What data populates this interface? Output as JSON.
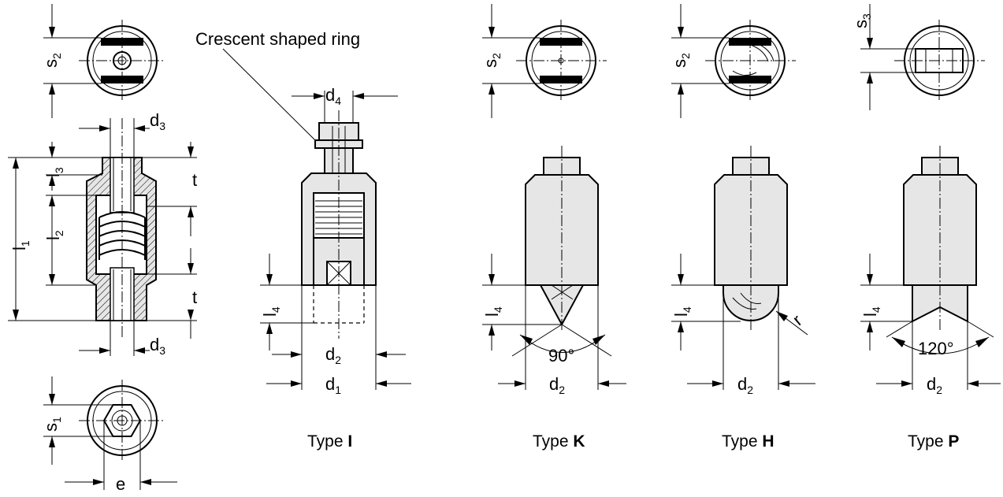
{
  "labels": {
    "s": "s",
    "d": "d",
    "l": "l",
    "t": "t",
    "e": "e",
    "r": "r",
    "sub1": "1",
    "sub2": "2",
    "sub3": "3",
    "sub4": "4",
    "crescent": "Crescent shaped ring",
    "angle_90": "90°",
    "angle_120": "120°"
  },
  "types": [
    {
      "prefix": "Type ",
      "letter": "I"
    },
    {
      "prefix": "Type ",
      "letter": "K"
    },
    {
      "prefix": "Type ",
      "letter": "H"
    },
    {
      "prefix": "Type ",
      "letter": "P"
    }
  ],
  "colors": {
    "line": "#000000",
    "fill": "#e6e6e6",
    "background": "#ffffff"
  }
}
